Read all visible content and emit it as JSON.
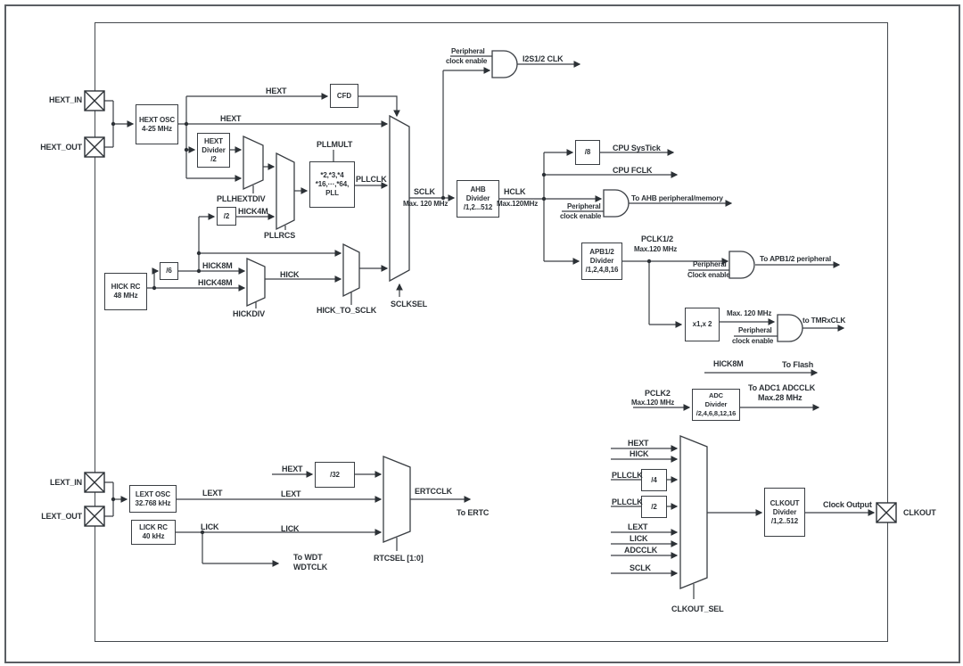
{
  "pads": {
    "hext_in": "HEXT_IN",
    "hext_out": "HEXT_OUT",
    "lext_in": "LEXT_IN",
    "lext_out": "LEXT_OUT",
    "clkout": "CLKOUT"
  },
  "boxes": {
    "hext_osc": "HEXT OSC\n4-25 MHz",
    "hext_divider": "HEXT\nDivider\n/2",
    "cfd": "CFD",
    "pll": "*2,*3,*4\n*16,···,*64,\nPLL",
    "div2_hick": "/2",
    "div6": "/6",
    "hick_rc": "HICK RC\n48 MHz",
    "ahb_divider": "AHB\nDivider\n/1,2...512",
    "div8": "/8",
    "apb_divider": "APB1/2\nDivider\n/1,2,4,8,16",
    "x1x2": "x1,x 2",
    "adc_divider": "ADC\nDivider\n/2,4,6,8,12,16",
    "clkout_div4": "/4",
    "clkout_div2": "/2",
    "clkout_divider": "CLKOUT\nDivider\n/1,2..512",
    "lext_osc": "LEXT OSC\n32.768 kHz",
    "lick_rc": "LICK RC\n40 kHz",
    "div32": "/32"
  },
  "muxes": {
    "pllhextdiv": "PLLHEXTDIV",
    "pllrcs": "PLLRCS",
    "hickdiv": "HICKDIV",
    "hick_to_sclk": "HICK_TO_SCLK",
    "sclksel": "SCLKSEL",
    "rtcsel": "RTCSEL [1:0]",
    "clkout_sel": "CLKOUT_SEL"
  },
  "signals": {
    "hext_to_cfd": "HEXT",
    "hext_main": "HEXT",
    "pllmult": "PLLMULT",
    "pllclk": "PLLCLK",
    "hick4m": "HICK4M",
    "hick8m": "HICK8M",
    "hick48m": "HICK48M",
    "hick": "HICK",
    "sclk": "SCLK",
    "sclk_max": "Max. 120 MHz",
    "hclk": "HCLK",
    "hclk_max": "Max.120MHz",
    "pclk12": "PCLK1/2",
    "pclk12_max": "Max.120 MHz",
    "tmr_max": "Max. 120 MHz",
    "hick8m_flash": "HICK8M",
    "pclk2": "PCLK2",
    "pclk2_max": "Max.120 MHz",
    "ertcclk": "ERTCCLK",
    "hext_ertc": "HEXT",
    "lext_a": "LEXT",
    "lext_b": "LEXT",
    "lick_a": "LICK",
    "lick_b": "LICK",
    "clkout_hext": "HEXT",
    "clkout_hick": "HICK",
    "clkout_pllclk_a": "PLLCLK",
    "clkout_pllclk_b": "PLLCLK",
    "clkout_lext": "LEXT",
    "clkout_lick": "LICK",
    "clkout_adcclk": "ADCCLK",
    "clkout_sclk": "SCLK",
    "clock_output": "Clock Output"
  },
  "enables": {
    "i2s_line1": "Peripheral",
    "i2s_line2": "clock enable",
    "ahb_line1": "Peripheral",
    "ahb_line2": "clock enable",
    "apb_line1": "Peripheral",
    "apb_line2": "Clock enable",
    "tmr_line1": "Peripheral",
    "tmr_line2": "clock enable"
  },
  "outputs": {
    "i2s": "I2S1/2 CLK",
    "cpu_systick": "CPU SysTick",
    "cpu_fclk": "CPU FCLK",
    "to_ahb": "To AHB peripheral/memory",
    "to_apb": "To APB1/2 peripheral",
    "to_tmrx": "to TMRxCLK",
    "to_flash": "To Flash",
    "to_adc1": "To ADC1 ADCCLK",
    "adc_max": "Max.28 MHz",
    "to_ertc": "To ERTC",
    "to_wdt": "To WDT\nWDTCLK"
  }
}
